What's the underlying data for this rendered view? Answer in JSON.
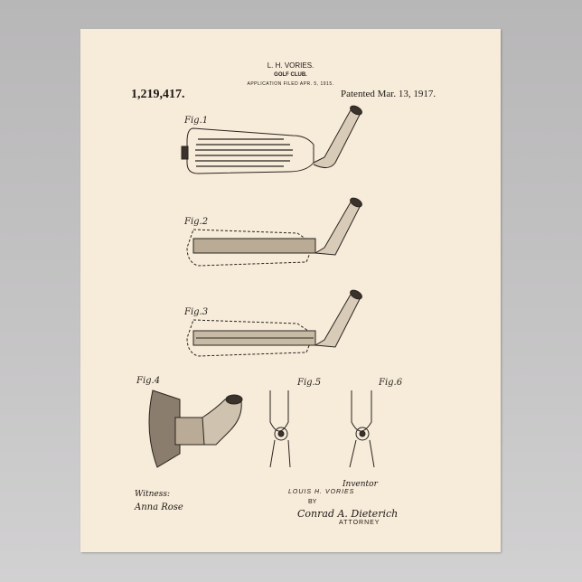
{
  "poster": {
    "inventor_header": "L. H. VORIES.",
    "title": "GOLF CLUB.",
    "application": "APPLICATION FILED APR. 5, 1915.",
    "patent_number": "1,219,417.",
    "patented": "Patented Mar. 13, 1917.",
    "figures": [
      "Fig.1",
      "Fig.2",
      "Fig.3",
      "Fig.4",
      "Fig.5",
      "Fig.6"
    ],
    "witness_label": "Witness:",
    "witness_name": "Anna Rose",
    "inventor_label": "Inventor",
    "inventor_name": "LOUIS H. VORIES",
    "by": "BY",
    "attorney_signature": "Conrad A. Dieterich",
    "attorney_label": "ATTORNEY"
  },
  "colors": {
    "paper": "#f7ebd9",
    "ink": "#1e1a16",
    "background": "#c4c3c4"
  }
}
